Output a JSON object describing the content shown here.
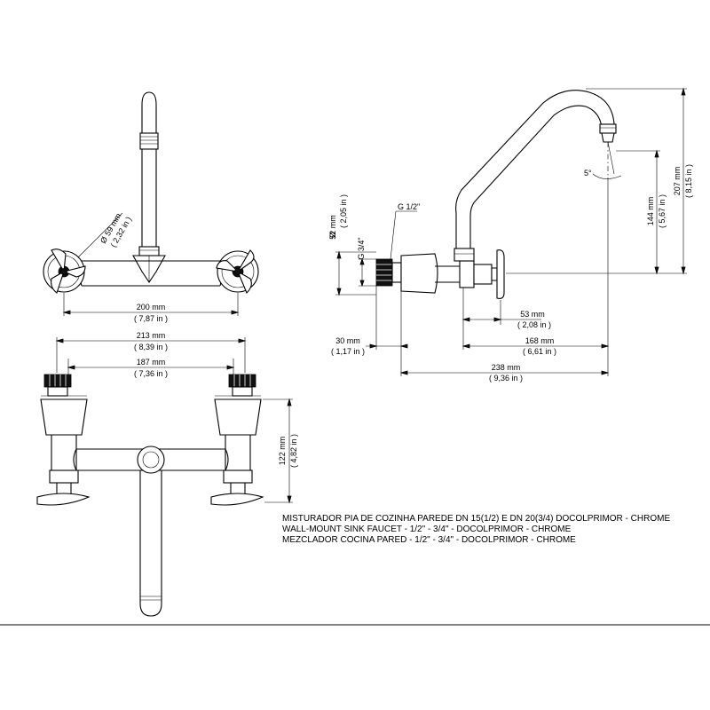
{
  "front_view": {
    "diameter_symbol": "Ø",
    "diameter_mm": "59 mm",
    "diameter_in": "( 2,32 in )",
    "width_mm": "200 mm",
    "width_in": "( 7,87 in )"
  },
  "top_view": {
    "overall_mm": "213 mm",
    "overall_in": "( 8,39 in )",
    "center_mm": "187 mm",
    "center_in": "( 7,36 in )",
    "height_mm": "122 mm",
    "height_in": "( 4,82 in )"
  },
  "side_view": {
    "diameter_symbol": "Ø",
    "diameter_mm": "52 mm",
    "diameter_in": "( 2,05 in )",
    "thread_outer": "G 3/4\"",
    "thread_inner": "G 1/2\"",
    "angle": "5°",
    "spout_height_mm": "144 mm",
    "spout_height_in": "( 5,67 in )",
    "total_height_mm": "207 mm",
    "total_height_in": "( 8,15 in )",
    "handle_offset_mm": "53 mm",
    "handle_offset_in": "( 2,08 in )",
    "spout_reach_mm": "168 mm",
    "spout_reach_in": "( 6,61 in )",
    "wall_offset_mm": "30 mm",
    "wall_offset_in": "( 1,17 in )",
    "total_depth_mm": "238 mm",
    "total_depth_in": "( 9,36 in )"
  },
  "caption": {
    "line_pt": "MISTURADOR PIA DE COZINHA PAREDE DN 15(1/2) E DN 20(3/4) DOCOLPRIMOR - CHROME",
    "line_en": "WALL-MOUNT SINK FAUCET - 1/2\" - 3/4\" - DOCOLPRIMOR - CHROME",
    "line_es": "MEZCLADOR COCINA PARED - 1/2\" - 3/4\" - DOCOLPRIMOR - CHROME"
  }
}
